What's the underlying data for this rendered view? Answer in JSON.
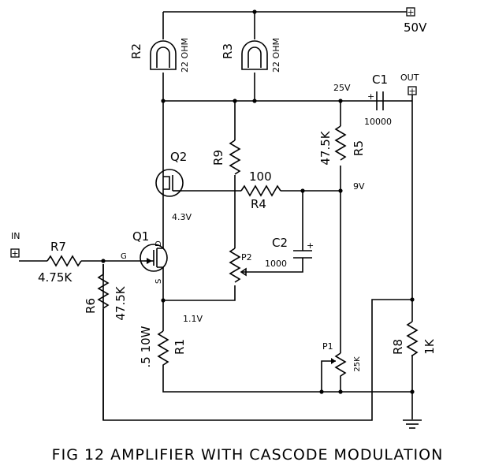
{
  "supply": {
    "label": "50V"
  },
  "output": {
    "label": "OUT"
  },
  "input": {
    "label": "IN"
  },
  "nodes": {
    "v25": "25V",
    "v9": "9V",
    "v4_3": "4.3V",
    "v1_1": "1.1V"
  },
  "components": {
    "R2": {
      "ref": "R2",
      "value": "22 OHM"
    },
    "R3": {
      "ref": "R3",
      "value": "22 OHM"
    },
    "C1": {
      "ref": "C1",
      "value": "10000"
    },
    "R5": {
      "ref": "R5",
      "value": "47.5K"
    },
    "R9": {
      "ref": "R9"
    },
    "Q2": {
      "ref": "Q2"
    },
    "R4": {
      "ref": "R4",
      "value": "100"
    },
    "Q1": {
      "ref": "Q1",
      "pin_d": "D",
      "pin_g": "G",
      "pin_s": "S"
    },
    "R7": {
      "ref": "R7",
      "value": "4.75K"
    },
    "C2": {
      "ref": "C2",
      "value": "1000"
    },
    "P2": {
      "ref": "P2"
    },
    "R6": {
      "ref": "R6",
      "value": "47.5K"
    },
    "R1": {
      "ref": "R1",
      "value": ".5 10W"
    },
    "P1": {
      "ref": "P1",
      "value": "25K"
    },
    "R8": {
      "ref": "R8",
      "value": "1K"
    }
  },
  "terminal_mark": "+",
  "polarity_mark": "+",
  "caption": "FIG 12  AMPLIFIER WITH CASCODE MODULATION"
}
